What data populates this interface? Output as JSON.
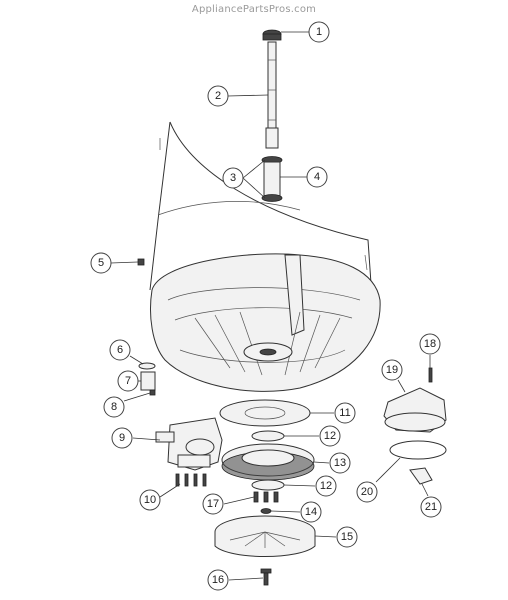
{
  "watermark": "AppliancePartsPros.com",
  "callouts": [
    {
      "label": "1"
    },
    {
      "label": "2"
    },
    {
      "label": "3"
    },
    {
      "label": "4"
    },
    {
      "label": "5"
    },
    {
      "label": "6"
    },
    {
      "label": "7"
    },
    {
      "label": "8"
    },
    {
      "label": "9"
    },
    {
      "label": "10"
    },
    {
      "label": "11"
    },
    {
      "label": "12"
    },
    {
      "label": "12"
    },
    {
      "label": "13"
    },
    {
      "label": "14"
    },
    {
      "label": "15"
    },
    {
      "label": "16"
    },
    {
      "label": "17"
    },
    {
      "label": "18"
    },
    {
      "label": "19"
    },
    {
      "label": "20"
    },
    {
      "label": "21"
    }
  ],
  "colors": {
    "line": "#333333",
    "callout_border": "#444444",
    "watermark": "#9a9a9a"
  }
}
